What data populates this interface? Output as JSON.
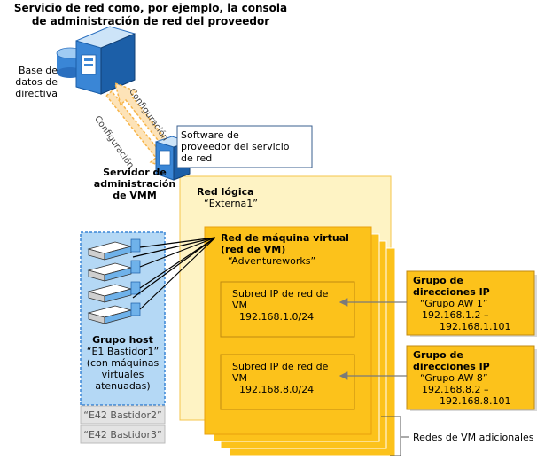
{
  "title": {
    "line1": "Servicio de red como, por ejemplo, la consola",
    "line2": "de administración de red del proveedor"
  },
  "policy_db": {
    "line1": "Base de",
    "line2": "datos de",
    "line3": "directiva"
  },
  "config_arrow_labels": [
    "Configuración",
    "Configuración"
  ],
  "provider_software": {
    "line1": "Software de",
    "line2": "proveedor del servicio",
    "line3": "de red"
  },
  "vmm_server": {
    "line1": "Servidor de",
    "line2": "administración",
    "line3": "de VMM"
  },
  "logical_network": {
    "title": "Red lógica",
    "name": "“Externa1”"
  },
  "vm_network": {
    "title_line1": "Red de máquina virtual",
    "title_line2": "(red de VM)",
    "name": "“Adventureworks”"
  },
  "subnets": [
    {
      "line1": "Subred IP de red de",
      "line2": "VM",
      "line3": "192.168.1.0/24"
    },
    {
      "line1": "Subred IP de red de",
      "line2": "VM",
      "line3": "192.168.8.0/24"
    }
  ],
  "ip_pools": [
    {
      "title_line1": "Grupo de",
      "title_line2": "direcciones IP",
      "name": "“Grupo AW 1”",
      "range_start": "192.168.1.2 –",
      "range_end": "192.168.1.101"
    },
    {
      "title_line1": "Grupo de",
      "title_line2": "direcciones IP",
      "name": "“Grupo AW 8”",
      "range_start": "192.168.8.2 –",
      "range_end": "192.168.8.101"
    }
  ],
  "host_group": {
    "title": "Grupo host",
    "line1": "“E1 Bastidor1”",
    "line2": "(con máquinas",
    "line3": "virtuales",
    "line4": "atenuadas)",
    "others": [
      "“E42 Bastidor2”",
      "“E42 Bastidor3”"
    ]
  },
  "additional_vm_networks": "Redes de VM adicionales",
  "colors": {
    "yellow_fill": "#fcc21b",
    "pale_fill": "#fef3c4",
    "pale_border": "#f4c54b",
    "host_blue": "#b4d8f5",
    "host_border": "#3a86d6",
    "gray_box": "#e3e3e3",
    "arrow_orange": "#f7b54a"
  }
}
